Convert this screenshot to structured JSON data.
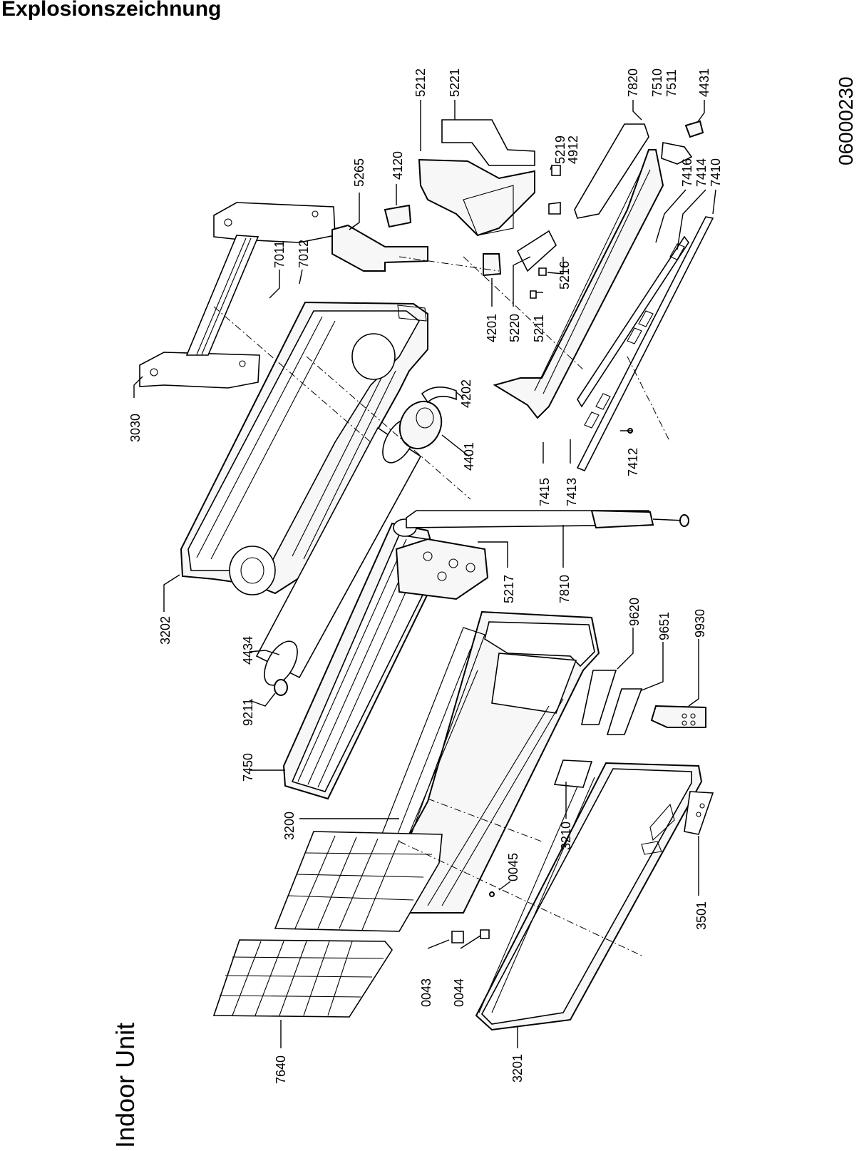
{
  "title": "Explosionszeichnung",
  "subtitle": "Indoor Unit",
  "document_number": "06000230",
  "part_labels": [
    "3030",
    "3202",
    "4434",
    "9211",
    "7450",
    "3200",
    "7640",
    "0043",
    "0044",
    "3201",
    "7011",
    "7012",
    "5265",
    "4120",
    "5212",
    "5221",
    "5219",
    "4912",
    "4201",
    "5220",
    "5211",
    "5216",
    "7820",
    "7510",
    "7511",
    "4431",
    "7416",
    "7414",
    "7410",
    "4202",
    "4401",
    "7415",
    "7413",
    "7412",
    "5217",
    "7810",
    "9620",
    "9651",
    "9930",
    "3210",
    "0045",
    "3501"
  ]
}
